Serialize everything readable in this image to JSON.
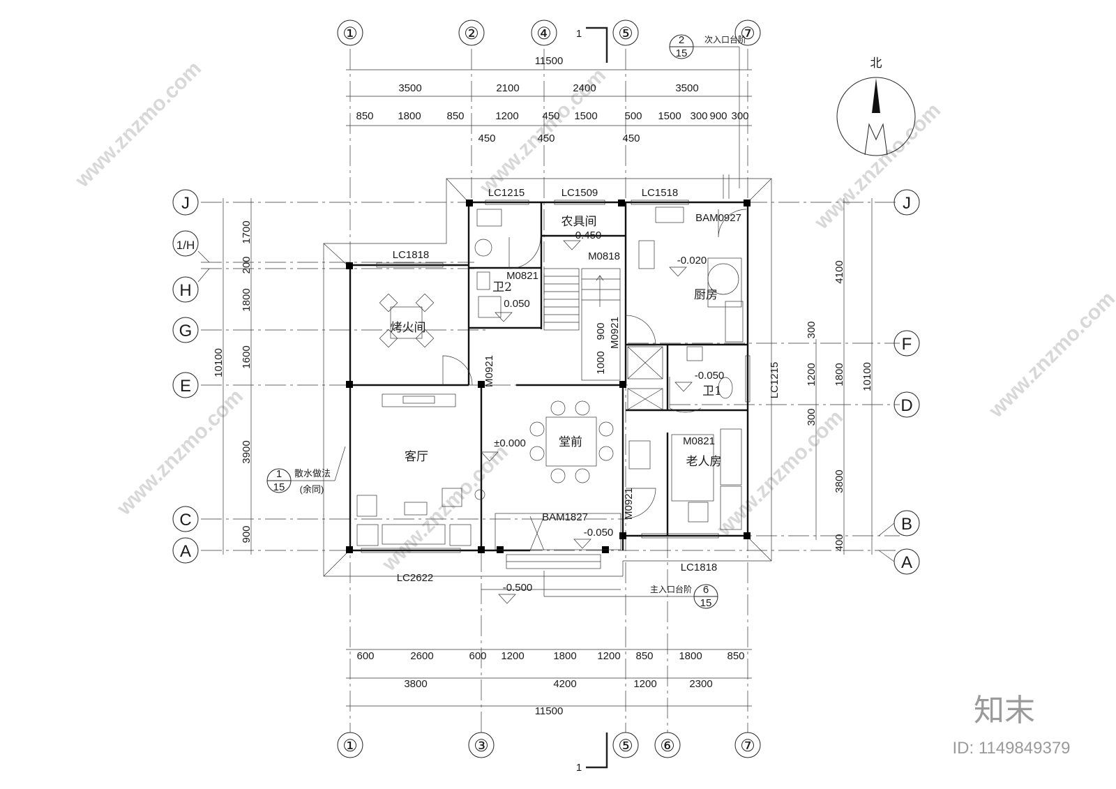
{
  "axes_top": [
    "①",
    "②",
    "④",
    "⑤",
    "⑦"
  ],
  "axes_bottom": [
    "①",
    "③",
    "⑤",
    "⑥",
    "⑦"
  ],
  "axes_left": [
    "J",
    "1/H",
    "H",
    "G",
    "E",
    "C",
    "A"
  ],
  "axes_right": [
    "J",
    "F",
    "D",
    "B",
    "A"
  ],
  "dims_top_total": "11500",
  "dims_top_mid": [
    "3500",
    "2100",
    "2400",
    "3500"
  ],
  "dims_top_fine": [
    "850",
    "1800",
    "850",
    "1200",
    "450",
    "1500",
    "500",
    "1500",
    "300",
    "900",
    "300"
  ],
  "dims_top_sub": [
    "450",
    "450",
    "450"
  ],
  "dims_bottom_fine": [
    "600",
    "2600",
    "600",
    "1200",
    "1800",
    "1200",
    "850",
    "1800",
    "850"
  ],
  "dims_bottom_mid": [
    "3800",
    "4200",
    "1200",
    "2300"
  ],
  "dims_bottom_total": "11500",
  "dims_left_fine": [
    "1700",
    "200",
    "1800",
    "1600",
    "3900",
    "900"
  ],
  "dims_left_total": "10100",
  "dims_right_fine": [
    "300",
    "1200",
    "300",
    "400"
  ],
  "dims_right_mid": [
    "4100",
    "1800",
    "3800"
  ],
  "dims_right_total": "10100",
  "rooms": [
    "农具间",
    "厨房",
    "卫2",
    "烤火间",
    "堂前",
    "客厅",
    "卫1",
    "老人房"
  ],
  "codes": [
    "LC1215",
    "LC1509",
    "LC1518",
    "BAM0927",
    "LC1818",
    "M0821",
    "M0818",
    "M0921",
    "M0921",
    "M0921",
    "LC1215",
    "M0821",
    "BAM1827",
    "LC2622",
    "LC1818"
  ],
  "levels": [
    "-0.450",
    "-0.020",
    "0.050",
    "±0.000",
    "-0.050",
    "-0.050",
    "-0.500"
  ],
  "stair_dims": [
    "900",
    "1000"
  ],
  "section_marks": [
    "1",
    "1"
  ],
  "detail_secondary": {
    "num": "2",
    "sheet": "15",
    "label": "次入口台阶"
  },
  "detail_main": {
    "num": "6",
    "sheet": "15",
    "label": "主入口台阶"
  },
  "detail_apron": {
    "num": "1",
    "sheet": "15",
    "label": "散水做法",
    "note": "(余同)"
  },
  "north_label": "北",
  "watermark_text": "www.znzmo.com",
  "logo_text": "知末",
  "id_text": "ID: 1149849379"
}
